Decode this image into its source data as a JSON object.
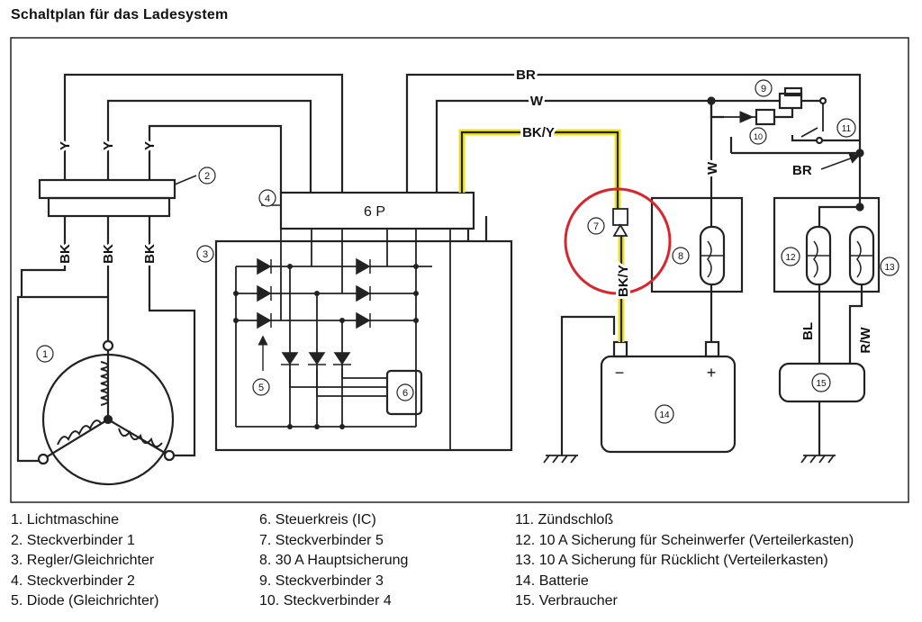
{
  "title": "Schaltplan für das Ladesystem",
  "diagram": {
    "box_label_6p": "6 P",
    "wire_labels": {
      "br_top": "BR",
      "w_top": "W",
      "bky_top": "BK/Y",
      "bky_lower": "BK/Y",
      "w_vertical": "W",
      "br_ignition": "BR",
      "bl": "BL",
      "rw": "R/W",
      "y1": "Y",
      "y2": "Y",
      "y3": "Y",
      "bk1": "BK",
      "bk2": "BK",
      "bk3": "BK"
    },
    "callouts": {
      "c1": "1",
      "c2": "2",
      "c3": "3",
      "c4": "4",
      "c5": "5",
      "c6": "6",
      "c7": "7",
      "c8": "8",
      "c9": "9",
      "c10": "10",
      "c11": "11",
      "c12": "12",
      "c13": "13",
      "c14": "14",
      "c15": "15"
    },
    "battery_minus": "−",
    "battery_plus": "+",
    "highlight_color": "#f2e21a",
    "circle_color": "#d8262e"
  },
  "legend": {
    "col1": [
      "1. Lichtmaschine",
      "2. Steckverbinder 1",
      "3. Regler/Gleichrichter",
      "4. Steckverbinder 2",
      "5. Diode (Gleichrichter)"
    ],
    "col2": [
      "6. Steuerkreis (IC)",
      "7. Steckverbinder 5",
      "8. 30 A Hauptsicherung",
      "9. Steckverbinder 3",
      "10. Steckverbinder 4"
    ],
    "col3": [
      "11. Zündschloß",
      "12. 10 A Sicherung für Scheinwerfer (Verteilerkasten)",
      "13. 10 A Sicherung für Rücklicht (Verteilerkasten)",
      "14. Batterie",
      "15. Verbraucher"
    ]
  }
}
